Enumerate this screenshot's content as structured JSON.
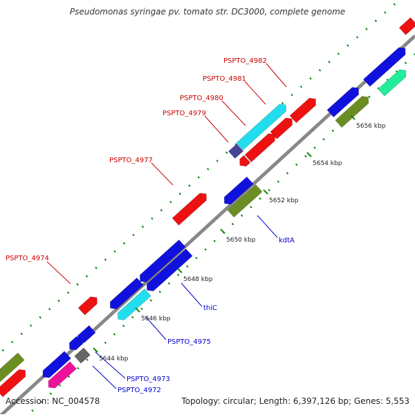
{
  "title": "Pseudomonas syringae pv. tomato str. DC3000, complete genome",
  "footer": {
    "accession": "Accession: NC_004578",
    "summary": "Topology: circular; Length: 6,397,126 bp; Genes: 5,553"
  },
  "axis_unit": "kbp",
  "tick_labels": [
    "5644 kbp",
    "5646 kbp",
    "5648 kbp",
    "5650 kbp",
    "5652 kbp",
    "5654 kbp",
    "5656 kbp"
  ],
  "gene_labels_top": [
    "PSPTO_4982",
    "PSPTO_4981",
    "PSPTO_4980",
    "PSPTO_4979",
    "PSPTO_4977",
    "PSPTO_4974"
  ],
  "gene_labels_bottom": [
    "kdtA",
    "thiC",
    "PSPTO_4975",
    "PSPTO_4973",
    "PSPTO_4972"
  ],
  "colors": {
    "top_label": "#cc0000",
    "bottom_label": "#0000cc",
    "red": "#ee1111",
    "blue": "#1111dd",
    "cyan": "#22ddee",
    "olive": "#6b8e23",
    "green": "#22ee99",
    "pink": "#ee1199",
    "gray": "#666666",
    "slate": "#444499",
    "backbone": "#888888",
    "tick": "#118811"
  }
}
